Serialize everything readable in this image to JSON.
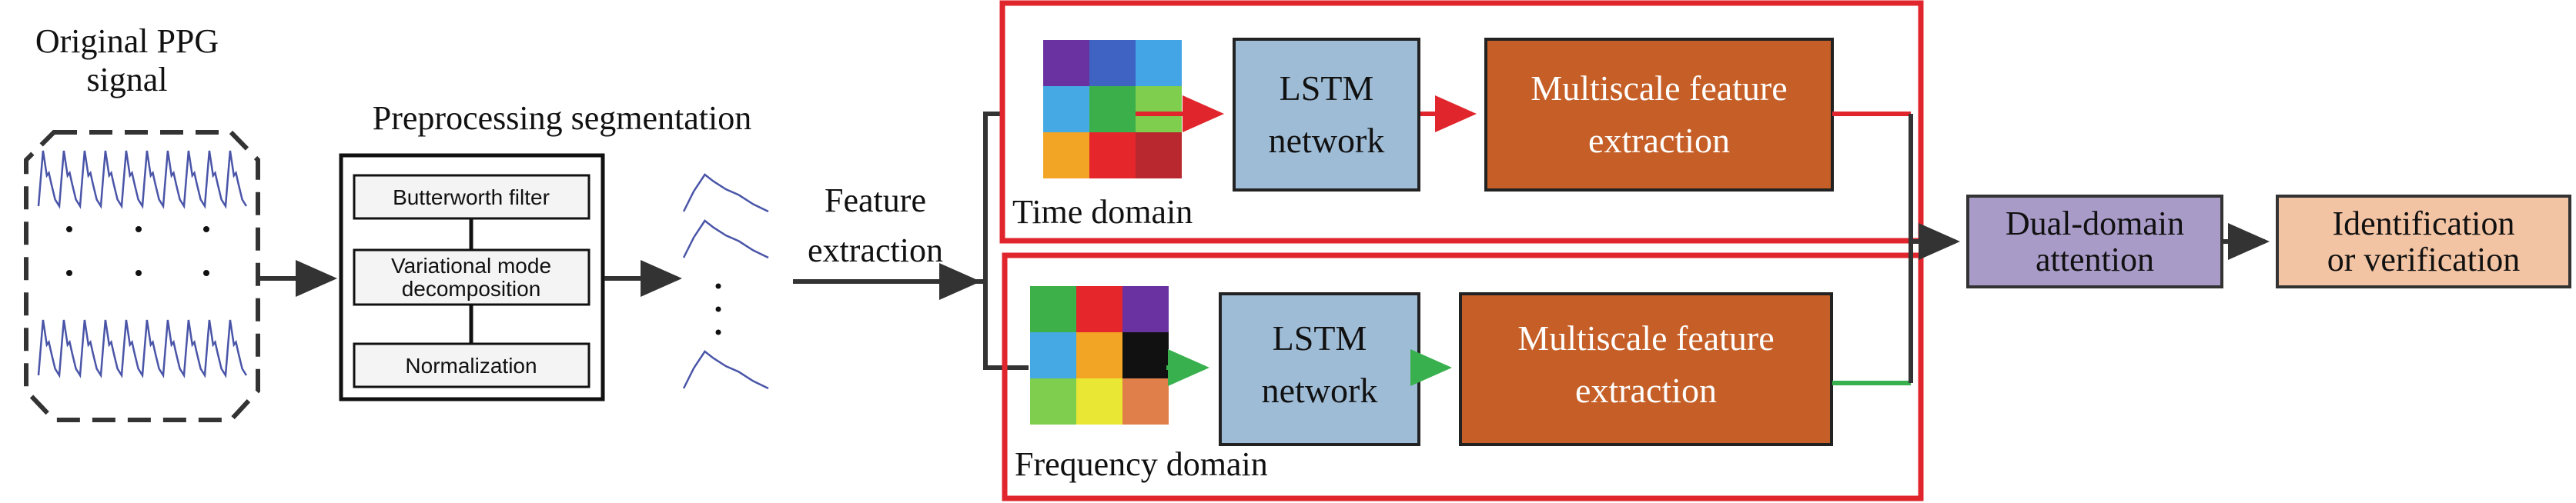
{
  "input": {
    "title_line1": "Original PPG",
    "title_line2": "signal"
  },
  "preprocessing": {
    "title": "Preprocessing segmentation",
    "steps": [
      {
        "line1": "Butterworth filter",
        "line2": ""
      },
      {
        "line1": "Variational mode",
        "line2": "decomposition"
      },
      {
        "line1": "Normalization",
        "line2": ""
      }
    ]
  },
  "feature_extraction": {
    "line1": "Feature",
    "line2": "extraction"
  },
  "time_branch": {
    "label": "Time domain",
    "lstm_line1": "LSTM",
    "lstm_line2": "network",
    "msf_line1": "Multiscale feature",
    "msf_line2": "extraction",
    "border_color": "#e0262c",
    "arrow_color": "#e0262c",
    "grid_colors": [
      "#6a32a0",
      "#3f63c3",
      "#43a5e6",
      "#45a9e3",
      "#3bb04a",
      "#7fce4e",
      "#f2a524",
      "#e5262b",
      "#b8282e"
    ]
  },
  "frequency_branch": {
    "label": "Frequency domain",
    "lstm_line1": "LSTM",
    "lstm_line2": "network",
    "msf_line1": "Multiscale feature",
    "msf_line2": "extraction",
    "border_color": "#e0262c",
    "arrow_color": "#39b04e",
    "grid_colors": [
      "#3db049",
      "#e5262b",
      "#6a32a0",
      "#45a9e3",
      "#f2a524",
      "#111111",
      "#7fce4e",
      "#e9e634",
      "#e07f4a"
    ]
  },
  "attention": {
    "line1": "Dual-domain",
    "line2": "attention",
    "fill": "#a99bc8"
  },
  "output": {
    "line1": "Identification",
    "line2": "or verification",
    "fill": "#f3c4a4"
  },
  "colors": {
    "lstm_fill": "#9fbcd6",
    "msf_fill": "#c55f27",
    "signal_line": "#4a55a8",
    "connector": "#333333"
  }
}
